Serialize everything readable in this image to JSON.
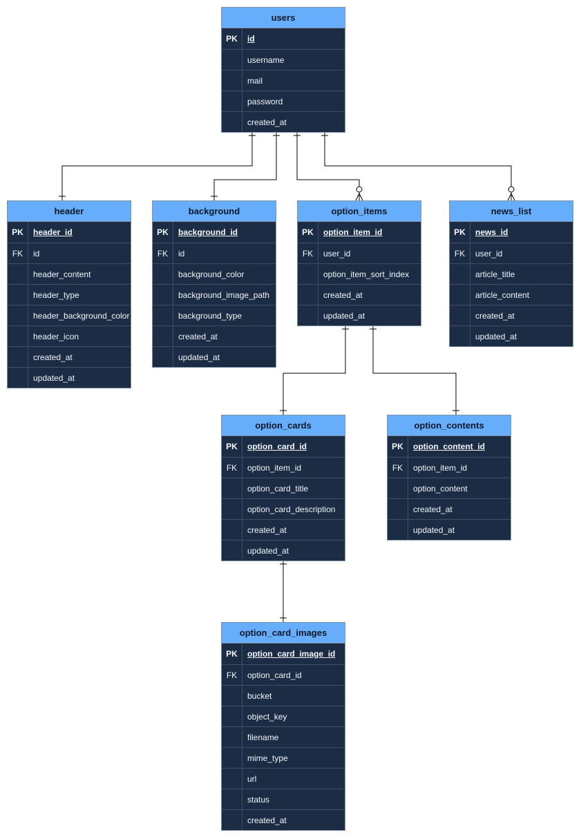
{
  "tables": [
    {
      "id": "users",
      "name": "users",
      "fields": [
        {
          "key": "PK",
          "name": "id"
        },
        {
          "key": "",
          "name": "username"
        },
        {
          "key": "",
          "name": "mail"
        },
        {
          "key": "",
          "name": "password"
        },
        {
          "key": "",
          "name": "created_at"
        }
      ]
    },
    {
      "id": "header",
      "name": "header",
      "fields": [
        {
          "key": "PK",
          "name": "header_id"
        },
        {
          "key": "FK",
          "name": "id"
        },
        {
          "key": "",
          "name": "header_content"
        },
        {
          "key": "",
          "name": "header_type"
        },
        {
          "key": "",
          "name": "header_background_color"
        },
        {
          "key": "",
          "name": "header_icon"
        },
        {
          "key": "",
          "name": "created_at"
        },
        {
          "key": "",
          "name": "updated_at"
        }
      ]
    },
    {
      "id": "background",
      "name": "background",
      "fields": [
        {
          "key": "PK",
          "name": "background_id"
        },
        {
          "key": "FK",
          "name": "id"
        },
        {
          "key": "",
          "name": "background_color"
        },
        {
          "key": "",
          "name": "background_image_path"
        },
        {
          "key": "",
          "name": "background_type"
        },
        {
          "key": "",
          "name": "created_at"
        },
        {
          "key": "",
          "name": "updated_at"
        }
      ]
    },
    {
      "id": "option_items",
      "name": "option_items",
      "fields": [
        {
          "key": "PK",
          "name": "option_item_id"
        },
        {
          "key": "FK",
          "name": "user_id"
        },
        {
          "key": "",
          "name": "option_item_sort_index"
        },
        {
          "key": "",
          "name": "created_at"
        },
        {
          "key": "",
          "name": "updated_at"
        }
      ]
    },
    {
      "id": "news_list",
      "name": "news_list",
      "fields": [
        {
          "key": "PK",
          "name": "news_id"
        },
        {
          "key": "FK",
          "name": "user_id"
        },
        {
          "key": "",
          "name": "article_title"
        },
        {
          "key": "",
          "name": "article_content"
        },
        {
          "key": "",
          "name": "created_at"
        },
        {
          "key": "",
          "name": "updated_at"
        }
      ]
    },
    {
      "id": "option_cards",
      "name": "option_cards",
      "fields": [
        {
          "key": "PK",
          "name": "option_card_id"
        },
        {
          "key": "FK",
          "name": "option_item_id"
        },
        {
          "key": "",
          "name": "option_card_title"
        },
        {
          "key": "",
          "name": "option_card_description"
        },
        {
          "key": "",
          "name": "created_at"
        },
        {
          "key": "",
          "name": "updated_at"
        }
      ]
    },
    {
      "id": "option_contents",
      "name": "option_contents",
      "fields": [
        {
          "key": "PK",
          "name": "option_content_id"
        },
        {
          "key": "FK",
          "name": "option_item_id"
        },
        {
          "key": "",
          "name": "option_content"
        },
        {
          "key": "",
          "name": "created_at"
        },
        {
          "key": "",
          "name": "updated_at"
        }
      ]
    },
    {
      "id": "option_card_images",
      "name": "option_card_images",
      "fields": [
        {
          "key": "PK",
          "name": "option_card_image_id"
        },
        {
          "key": "FK",
          "name": "option_card_id"
        },
        {
          "key": "",
          "name": "bucket"
        },
        {
          "key": "",
          "name": "object_key"
        },
        {
          "key": "",
          "name": "filename"
        },
        {
          "key": "",
          "name": "mime_type"
        },
        {
          "key": "",
          "name": "url"
        },
        {
          "key": "",
          "name": "status"
        },
        {
          "key": "",
          "name": "created_at"
        }
      ]
    }
  ],
  "relationships": [
    {
      "from": "users",
      "to": "header",
      "from_end": "one",
      "to_end": "one"
    },
    {
      "from": "users",
      "to": "background",
      "from_end": "one",
      "to_end": "one"
    },
    {
      "from": "users",
      "to": "option_items",
      "from_end": "one",
      "to_end": "zero-or-many"
    },
    {
      "from": "users",
      "to": "news_list",
      "from_end": "one",
      "to_end": "zero-or-many"
    },
    {
      "from": "option_items",
      "to": "option_cards",
      "from_end": "one",
      "to_end": "one"
    },
    {
      "from": "option_items",
      "to": "option_contents",
      "from_end": "one",
      "to_end": "one"
    },
    {
      "from": "option_cards",
      "to": "option_card_images",
      "from_end": "one",
      "to_end": "one"
    }
  ],
  "colors": {
    "header_fill": "#66adfb",
    "body_fill": "#1b2c44",
    "line": "#000000"
  }
}
